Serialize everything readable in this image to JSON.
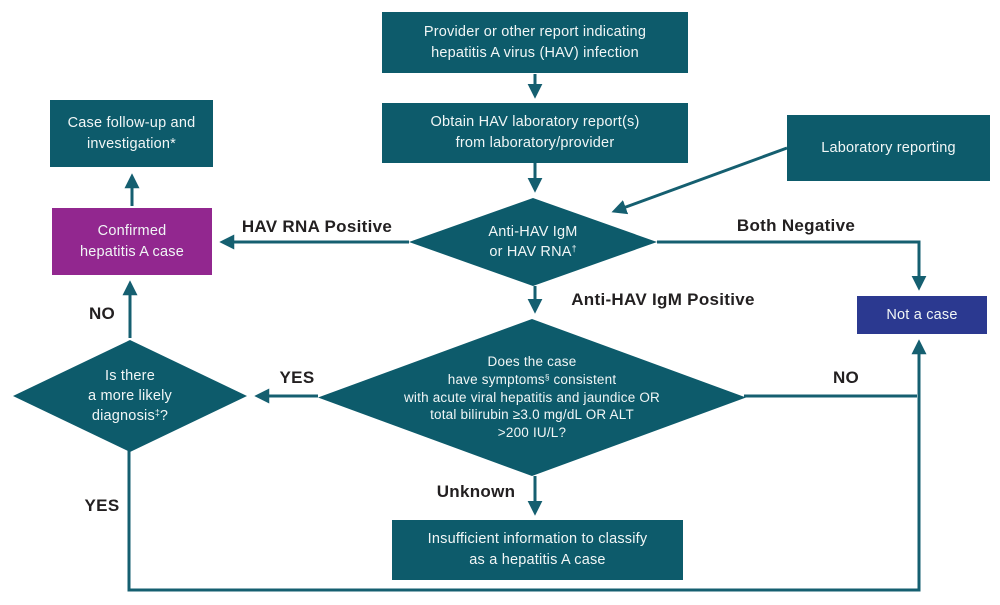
{
  "flowchart": {
    "colors": {
      "node_teal": "#0d5b6b",
      "node_purple": "#92278f",
      "node_navy": "#2b3990",
      "connector": "#155f70",
      "edge_label_text": "#232021",
      "node_text": "#f1f6f6"
    },
    "nodes": {
      "provider_report": {
        "line1": "Provider or other report indicating",
        "line2": "hepatitis A virus (HAV) infection"
      },
      "obtain_lab": {
        "line1": "Obtain HAV laboratory report(s)",
        "line2": "from laboratory/provider"
      },
      "lab_reporting": {
        "label": "Laboratory reporting"
      },
      "case_followup": {
        "line1": "Case follow-up and",
        "line2": "investigation*"
      },
      "confirmed_case": {
        "line1": "Confirmed",
        "line2": "hepatitis A case"
      },
      "not_a_case": {
        "label": "Not a case"
      },
      "diamond_igm_rna": {
        "line1": "Anti-HAV IgM",
        "line2_pre": "or HAV RNA",
        "line2_sup": "†"
      },
      "diamond_symptoms": {
        "line1": "Does the case",
        "line2_pre": "have symptoms",
        "line2_sup": "§",
        "line2_post": " consistent",
        "line3": "with acute viral hepatitis and jaundice OR",
        "line4": "total bilirubin ≥3.0 mg/dL OR ALT",
        "line5": ">200 IU/L?"
      },
      "diamond_diagnosis": {
        "line1": "Is there",
        "line2": "a more likely",
        "line3_pre": "diagnosis",
        "line3_sup": "‡",
        "line3_post": "?"
      },
      "insufficient_info": {
        "line1": "Insufficient information to classify",
        "line2": "as a hepatitis A case"
      }
    },
    "edge_labels": {
      "hav_rna_positive": "HAV RNA Positive",
      "both_negative": "Both Negative",
      "anti_hav_igm_positive": "Anti-HAV IgM Positive",
      "no_left": "NO",
      "no_right": "NO",
      "yes_mid": "YES",
      "yes_bottom": "YES",
      "unknown": "Unknown"
    }
  }
}
